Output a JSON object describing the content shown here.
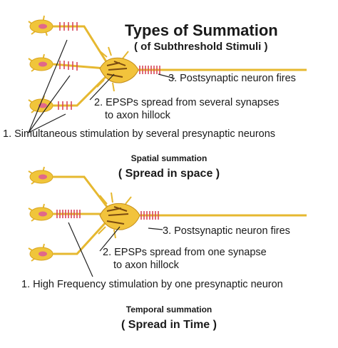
{
  "title": "Types of Summation",
  "subtitle": "( of Subthreshold Stimuli )",
  "spatial": {
    "label_3": "3. Postsynaptic neuron fires",
    "label_2_line1": "2. EPSPs spread from several synapses",
    "label_2_line2": "to axon hillock",
    "label_1": "1. Simultaneous stimulation by several presynaptic neurons",
    "caption_small": "Spatial summation",
    "caption_big": "( Spread in space )"
  },
  "temporal": {
    "label_3": "3. Postsynaptic neuron fires",
    "label_2_line1": "2. EPSPs spread from one synapse",
    "label_2_line2": "to axon hillock",
    "label_1": "1. High Frequency stimulation by one presynaptic neuron",
    "caption_small": "Temporal summation",
    "caption_big": "( Spread in Time )"
  },
  "colors": {
    "neuron_body": "#f0c53a",
    "axon": "#e6b830",
    "nucleus": "#e0688a",
    "impulse_marks": "#d8475a",
    "text": "#1a1a1a"
  }
}
